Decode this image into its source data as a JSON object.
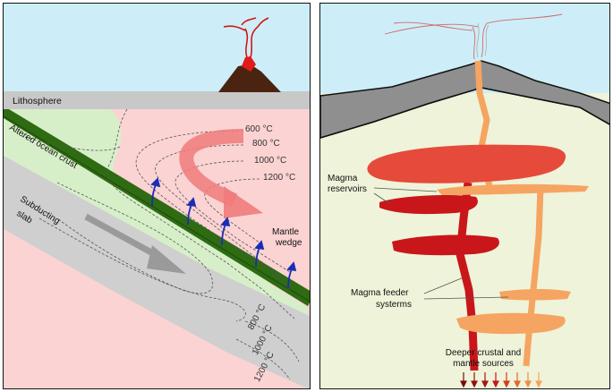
{
  "left_panel": {
    "lithosphere_label": "Lithosphere",
    "crust_label": "Altered ocean crust",
    "slab_label_line1": "Subducting",
    "slab_label_line2": "slab",
    "wedge_label_line1": "Mantle",
    "wedge_label_line2": "wedge",
    "isotherms_upper": [
      "600 °C",
      "800 °C",
      "1000 °C",
      "1200 °C"
    ],
    "isotherms_lower": [
      "800 °C",
      "1000 °C",
      "1200 °C"
    ]
  },
  "right_panel": {
    "reservoirs_label_line1": "Magma",
    "reservoirs_label_line2": "reservoirs",
    "feeder_label_line1": "Magma feeder",
    "feeder_label_line2": "systerms",
    "sources_label_line1": "Deeper crustal and",
    "sources_label_line2": "mantle sources"
  },
  "colors": {
    "sky": "#cdeef8",
    "mantle_pink": "#fbd3d3",
    "lithosphere_gray": "#c8c8c8",
    "crust_green": "#2e6b12",
    "wedge_green": "#d7efc9",
    "slab_gray": "#cfcfcf",
    "arrow_blue": "#1a2db5",
    "magma_red": "#c8161b",
    "magma_orange": "#f6a461",
    "right_ground": "#eef3d9",
    "volcano_brown": "#4a2411"
  }
}
